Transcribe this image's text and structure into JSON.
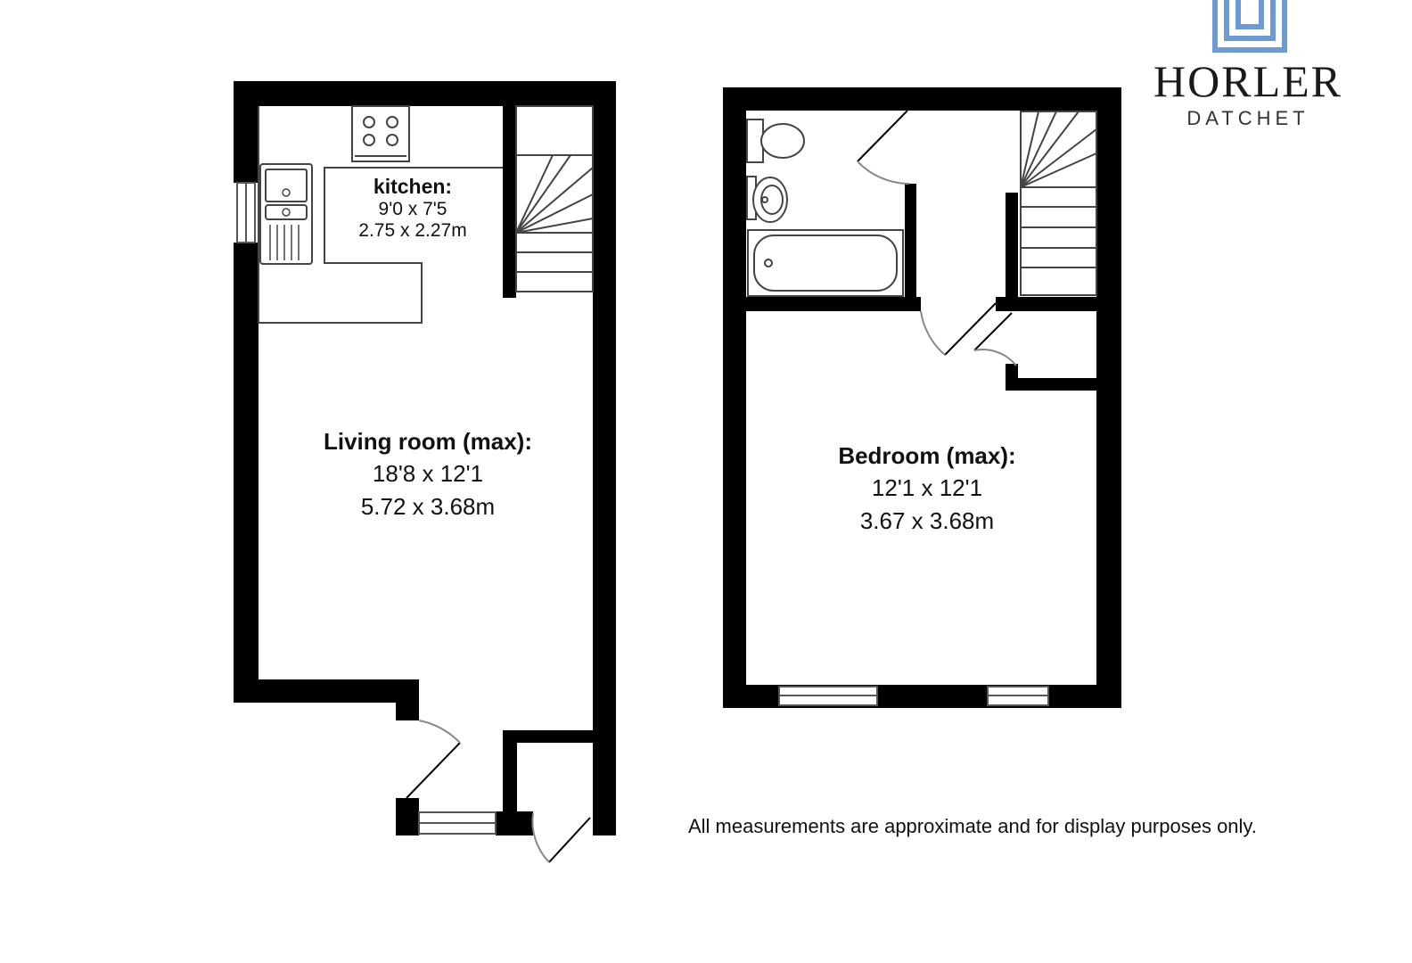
{
  "brand": {
    "name": "HORLER",
    "location": "DATCHET",
    "accent": "#6d9bd1"
  },
  "rooms": {
    "kitchen": {
      "name": "kitchen:",
      "imperial": "9'0 x 7'5",
      "metric": "2.75 x 2.27m"
    },
    "living_room": {
      "name": "Living room (max):",
      "imperial": "18'8 x 12'1",
      "metric": "5.72 x 3.68m"
    },
    "bedroom": {
      "name": "Bedroom (max):",
      "imperial": "12'1 x 12'1",
      "metric": "3.67 x 3.68m"
    }
  },
  "disclaimer": "All measurements are approximate and for display purposes only.",
  "colors": {
    "wall": "#000000",
    "fixture": "#555555",
    "door_arc": "#888888",
    "background": "#ffffff"
  }
}
